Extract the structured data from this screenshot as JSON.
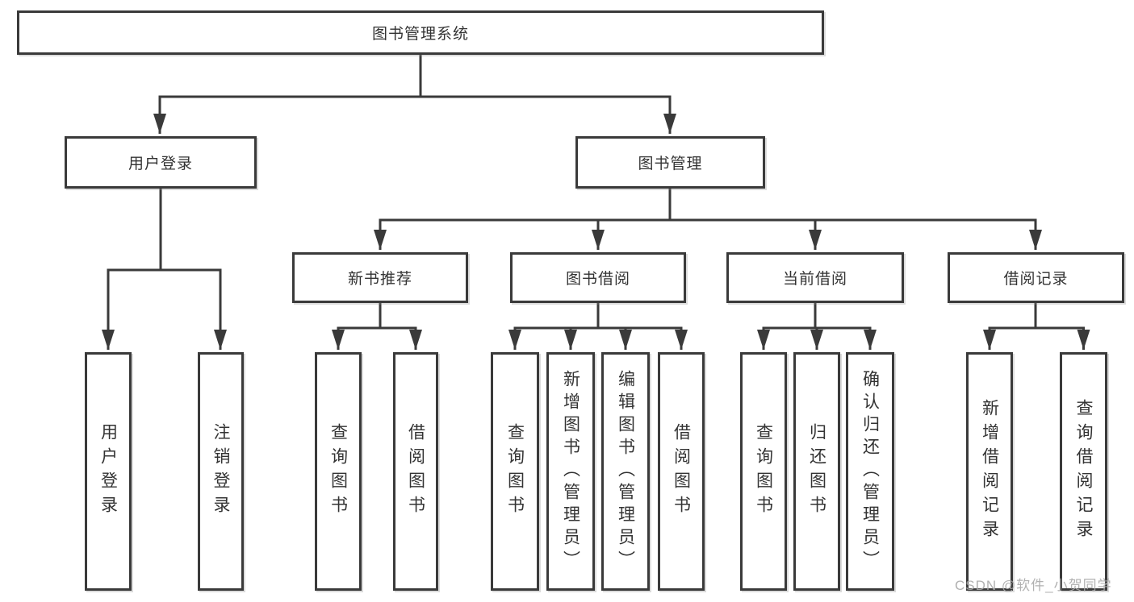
{
  "colors": {
    "line": "#3a3a3a",
    "text": "#333333",
    "background": "#ffffff",
    "watermark": "#a8a8a8"
  },
  "diagram": {
    "root": {
      "label": "图书管理系统"
    },
    "user_login": {
      "label": "用户登录",
      "children": [
        {
          "label": "用户登录"
        },
        {
          "label": "注销登录"
        }
      ]
    },
    "book_management": {
      "label": "图书管理",
      "sections": [
        {
          "label": "新书推荐",
          "children": [
            {
              "label": "查询图书"
            },
            {
              "label": "借阅图书"
            }
          ]
        },
        {
          "label": "图书借阅",
          "children": [
            {
              "label": "查询图书"
            },
            {
              "label": "新增图书（管理员）"
            },
            {
              "label": "编辑图书（管理员）"
            },
            {
              "label": "借阅图书"
            }
          ]
        },
        {
          "label": "当前借阅",
          "children": [
            {
              "label": "查询图书"
            },
            {
              "label": "归还图书"
            },
            {
              "label": "确认归还（管理员）"
            }
          ]
        },
        {
          "label": "借阅记录",
          "children": [
            {
              "label": "新增借阅记录"
            },
            {
              "label": "查询借阅记录"
            }
          ]
        }
      ]
    }
  },
  "watermark": "CSDN @软件_小贺同学"
}
